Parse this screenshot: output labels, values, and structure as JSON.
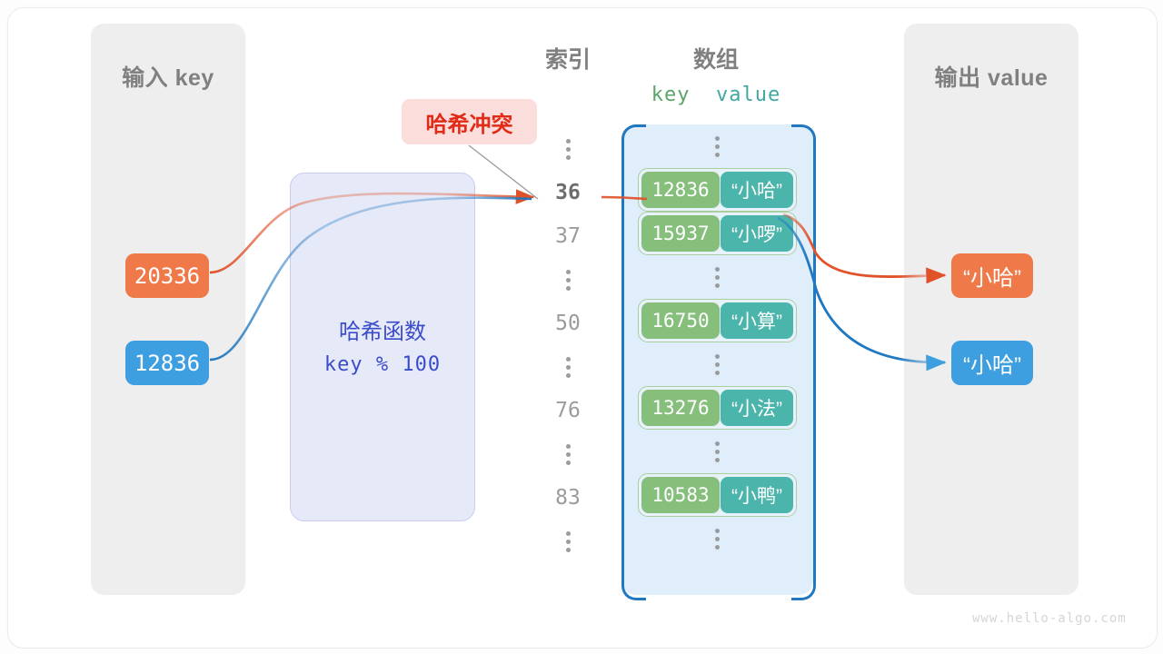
{
  "watermark": "www.hello-algo.com",
  "input_panel": {
    "title": "输入 key"
  },
  "output_panel": {
    "title": "输出 value"
  },
  "headers": {
    "index": "索引",
    "array": "数组",
    "key": "key",
    "value": "value"
  },
  "hash_function": {
    "title": "哈希函数",
    "expression": "key % 100"
  },
  "collision": {
    "label": "哈希冲突"
  },
  "input_keys": [
    {
      "value": "20336",
      "color": "#f0794a"
    },
    {
      "value": "12836",
      "color": "#3d9ee0"
    }
  ],
  "output_values": [
    {
      "value": "“小哈”",
      "color": "#f0794a"
    },
    {
      "value": "“小哈”",
      "color": "#3d9ee0"
    }
  ],
  "index_column": [
    {
      "type": "dots",
      "label": "⋮"
    },
    {
      "type": "index",
      "label": "36",
      "active": true
    },
    {
      "type": "index",
      "label": "37",
      "active": false
    },
    {
      "type": "dots",
      "label": "⋮"
    },
    {
      "type": "index",
      "label": "50",
      "active": false
    },
    {
      "type": "dots",
      "label": "⋮"
    },
    {
      "type": "index",
      "label": "76",
      "active": false
    },
    {
      "type": "dots",
      "label": "⋮"
    },
    {
      "type": "index",
      "label": "83",
      "active": false
    },
    {
      "type": "dots",
      "label": "⋮"
    }
  ],
  "array_rows": [
    {
      "type": "dots"
    },
    {
      "type": "entry",
      "key": "12836",
      "value": "“小哈”"
    },
    {
      "type": "entry",
      "key": "15937",
      "value": "“小啰”"
    },
    {
      "type": "dots"
    },
    {
      "type": "entry",
      "key": "16750",
      "value": "“小算”"
    },
    {
      "type": "dots"
    },
    {
      "type": "entry",
      "key": "13276",
      "value": "“小法”"
    },
    {
      "type": "dots"
    },
    {
      "type": "entry",
      "key": "10583",
      "value": "“小鸭”"
    },
    {
      "type": "dots"
    }
  ],
  "colors": {
    "orange": "#f0794a",
    "orange_wire": "#e0522a",
    "blue": "#3d9ee0",
    "blue_wire": "#1f78c1",
    "green_key": "#86bf7c",
    "teal_value": "#4cb5ab",
    "indigo_text": "#3b4cca",
    "collision_red": "#e02b18",
    "panel_gray": "#eeeeee",
    "bucket_blue": "#e0eefb"
  }
}
